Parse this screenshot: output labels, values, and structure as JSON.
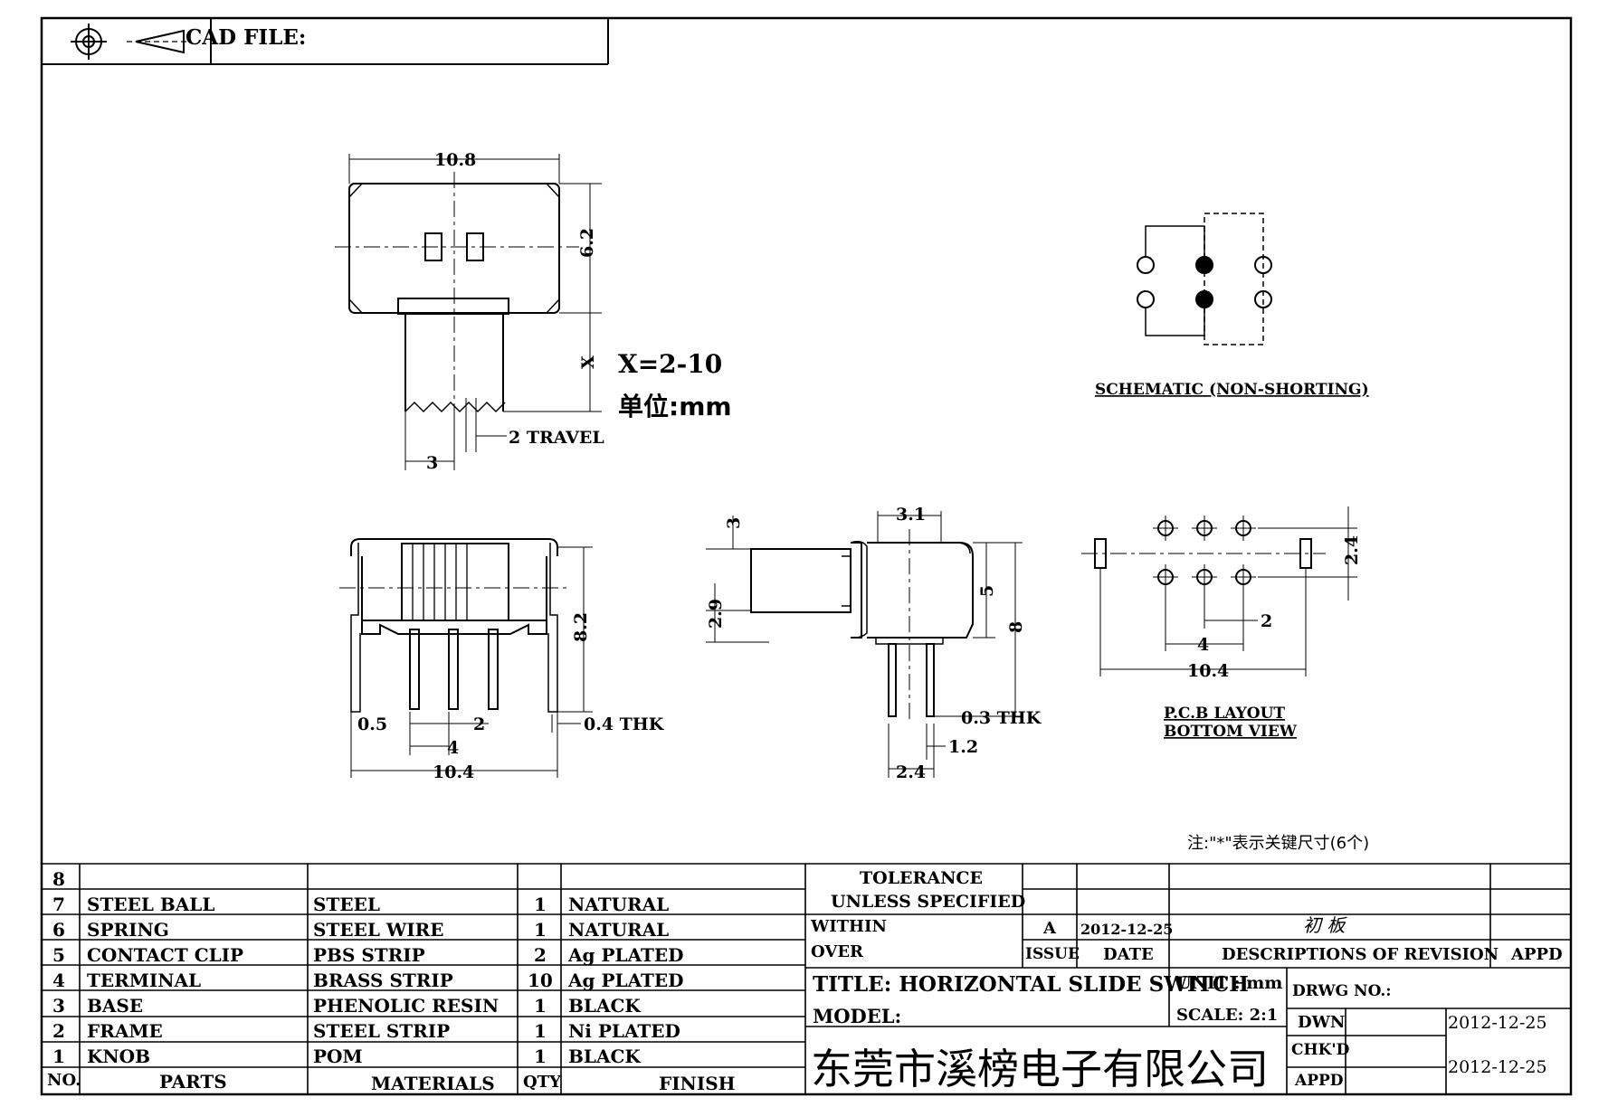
{
  "header": {
    "cad_file_label": "CAD FILE:"
  },
  "top_view": {
    "dim_width": "10.8",
    "dim_height": "6.2",
    "dim_knob_width": "3",
    "dim_x": "X",
    "travel_label": "2 TRAVEL",
    "x_range": "X=2-10",
    "unit_label": "单位:mm"
  },
  "front_view": {
    "dim_height": "8.2",
    "dim_pitch_a": "0.5",
    "dim_pitch_b": "2",
    "dim_pitch_c": "4",
    "dim_total": "10.4",
    "thk_label": "0.4 THK"
  },
  "side_view": {
    "dim_top": "3.1",
    "dim_knob_h": "3",
    "dim_knob_off": "2.9",
    "dim_body": "5",
    "dim_total": "8",
    "thk_label": "0.3 THK",
    "dim_pin_off": "1.2",
    "dim_pin_span": "2.4"
  },
  "schematic": {
    "caption": "SCHEMATIC (NON-SHORTING)"
  },
  "pcb": {
    "dim_row": "2.4",
    "dim_pitch": "2",
    "dim_span": "4",
    "dim_total": "10.4",
    "caption_1": "P.C.B LAYOUT",
    "caption_2": "BOTTOM VIEW"
  },
  "note": "注:\"*\"表示关键尺寸(6个)",
  "bom": {
    "rows": [
      {
        "no": "8",
        "part": "",
        "material": "",
        "qty": "",
        "finish": ""
      },
      {
        "no": "7",
        "part": "STEEL BALL",
        "material": "STEEL",
        "qty": "1",
        "finish": "NATURAL"
      },
      {
        "no": "6",
        "part": "SPRING",
        "material": "STEEL WIRE",
        "qty": "1",
        "finish": "NATURAL"
      },
      {
        "no": "5",
        "part": "CONTACT CLIP",
        "material": "PBS STRIP",
        "qty": "2",
        "finish": "Ag PLATED"
      },
      {
        "no": "4",
        "part": "TERMINAL",
        "material": "BRASS STRIP",
        "qty": "10",
        "finish": "Ag PLATED"
      },
      {
        "no": "3",
        "part": "BASE",
        "material": "PHENOLIC RESIN",
        "qty": "1",
        "finish": "BLACK"
      },
      {
        "no": "2",
        "part": "FRAME",
        "material": "STEEL STRIP",
        "qty": "1",
        "finish": "Ni PLATED"
      },
      {
        "no": "1",
        "part": "KNOB",
        "material": "POM",
        "qty": "1",
        "finish": "BLACK"
      }
    ],
    "headers": {
      "no": "NO.",
      "part": "PARTS",
      "material": "MATERIALS",
      "qty": "QTY",
      "finish": "FINISH"
    }
  },
  "title_block": {
    "tolerance_1": "TOLERANCE",
    "tolerance_2": "UNLESS SPECIFIED",
    "within": "WITHIN",
    "over": "OVER",
    "issue_value": "A",
    "date_value": "2012-12-25",
    "revision_desc": "初 板",
    "issue_label": "ISSUE",
    "date_label": "DATE",
    "desc_label": "DESCRIPTIONS OF REVISION",
    "appd_label": "APPD",
    "title": "TITLE: HORIZONTAL SLIDE SWITCH",
    "unit": "UNIT : mm",
    "drwg_no": "DRWG NO.:",
    "model": "MODEL:",
    "scale": "SCALE: 2:1",
    "dwn_label": "DWN",
    "dwn_date": "2012-12-25",
    "chkd_label": "CHK'D",
    "appd_label2": "APPD",
    "chkd_date": "2012-12-25",
    "company": "东莞市溪榜电子有限公司"
  }
}
